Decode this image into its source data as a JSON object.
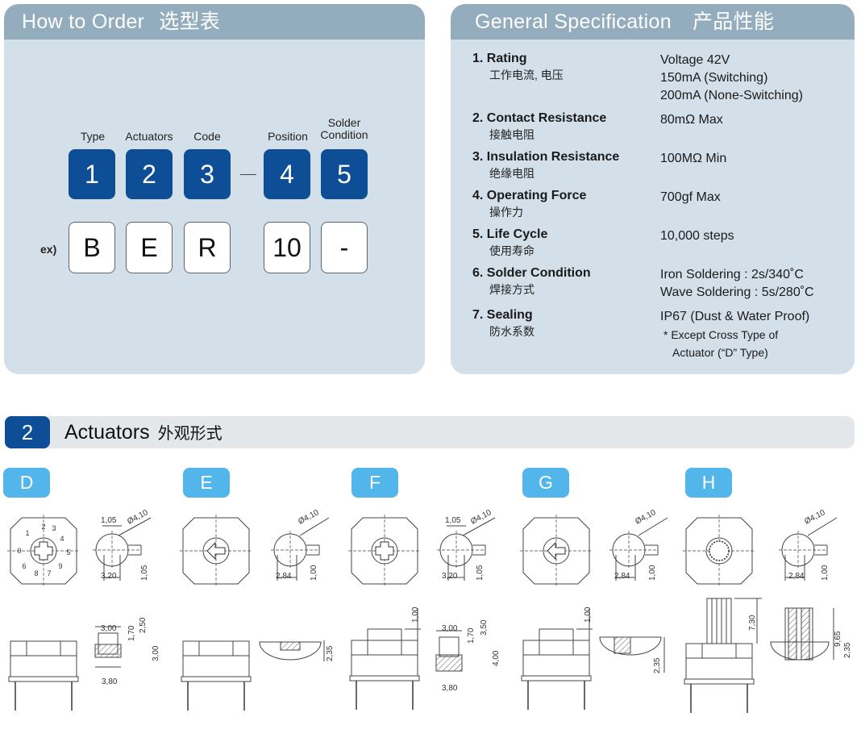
{
  "order": {
    "title": "How to Order",
    "title_cn": "选型表",
    "labels": [
      "Type",
      "Actuators",
      "Code",
      "Position",
      "Solder\nCondition"
    ],
    "codes": [
      "1",
      "2",
      "3",
      "4",
      "5"
    ],
    "example_label": "ex)",
    "example": [
      "B",
      "E",
      "R",
      "10",
      "-"
    ]
  },
  "spec": {
    "title": "General Specification",
    "title_cn": "产品性能",
    "rows": [
      {
        "en": "1. Rating",
        "cn": "工作电流, 电压",
        "val": [
          "Voltage 42V",
          "150mA (Switching)",
          "200mA (None-Switching)"
        ]
      },
      {
        "en": "2. Contact Resistance",
        "cn": "接触电阻",
        "val": [
          "80mΩ  Max"
        ]
      },
      {
        "en": "3. Insulation Resistance",
        "cn": "绝缘电阻",
        "val": [
          "100MΩ  Min"
        ]
      },
      {
        "en": "4. Operating Force",
        "cn": "操作力",
        "val": [
          "700gf  Max"
        ]
      },
      {
        "en": "5. Life Cycle",
        "cn": "使用寿命",
        "val": [
          "10,000 steps"
        ]
      },
      {
        "en": "6. Solder Condition",
        "cn": "焊接方式",
        "val": [
          "Iron Soldering : 2s/340˚C",
          "Wave Soldering : 5s/280˚C"
        ]
      },
      {
        "en": "7. Sealing",
        "cn": "防水系数",
        "val": [
          "IP67 (Dust & Water Proof)"
        ],
        "note": [
          "* Except Cross Type of",
          "  Actuator (“D” Type)"
        ]
      }
    ]
  },
  "actuators": {
    "num": "2",
    "title": "Actuators",
    "title_cn": "外观形式",
    "types": [
      {
        "tag": "D",
        "dia": "Ø4,10",
        "w": "1,05",
        "h": "3,20",
        "hv": "1,05",
        "dims": [
          "3,00",
          "1,70",
          "2,50",
          "3,00",
          "3,80"
        ]
      },
      {
        "tag": "E",
        "dia": "Ø4,10",
        "h": "2,84",
        "hv": "1,00",
        "dims": [
          "2,35"
        ]
      },
      {
        "tag": "F",
        "dia": "Ø4,10",
        "w": "1,05",
        "h": "3,20",
        "hv": "1,05",
        "dims": [
          "1,00",
          "3,00",
          "1,70",
          "3,50",
          "4,00",
          "3,80"
        ]
      },
      {
        "tag": "G",
        "dia": "Ø4,10",
        "h": "2,84",
        "hv": "1,00",
        "dims": [
          "1,00",
          "2,35"
        ]
      },
      {
        "tag": "H",
        "dia": "Ø4,10",
        "h": "2,84",
        "hv": "1,00",
        "dims": [
          "7,30",
          "9,65",
          "2,35"
        ]
      }
    ],
    "dial_numbers": [
      "0",
      "1",
      "2",
      "3",
      "4",
      "5",
      "6",
      "7",
      "8",
      "9"
    ]
  }
}
